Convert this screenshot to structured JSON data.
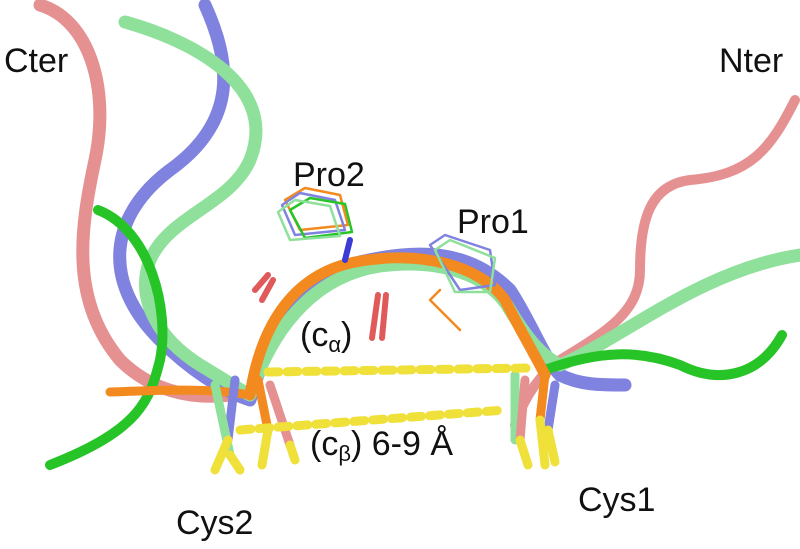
{
  "labels": {
    "cter": "Cter",
    "nter": "Nter",
    "pro2": "Pro2",
    "pro1": "Pro1",
    "ca_open": "(c",
    "ca_sub": "α",
    "ca_close": ")",
    "cb_open": "(c",
    "cb_sub": "β",
    "cb_close": ")",
    "distance": "6-9 Å",
    "cys2": "Cys2",
    "cys1": "Cys1"
  },
  "colors": {
    "salmon": "#e59191",
    "slate_blue": "#7f82de",
    "light_green": "#8ee09b",
    "green": "#27c427",
    "orange": "#f28a1f",
    "yellow": "#f0e03a",
    "red": "#e05a5a"
  }
}
